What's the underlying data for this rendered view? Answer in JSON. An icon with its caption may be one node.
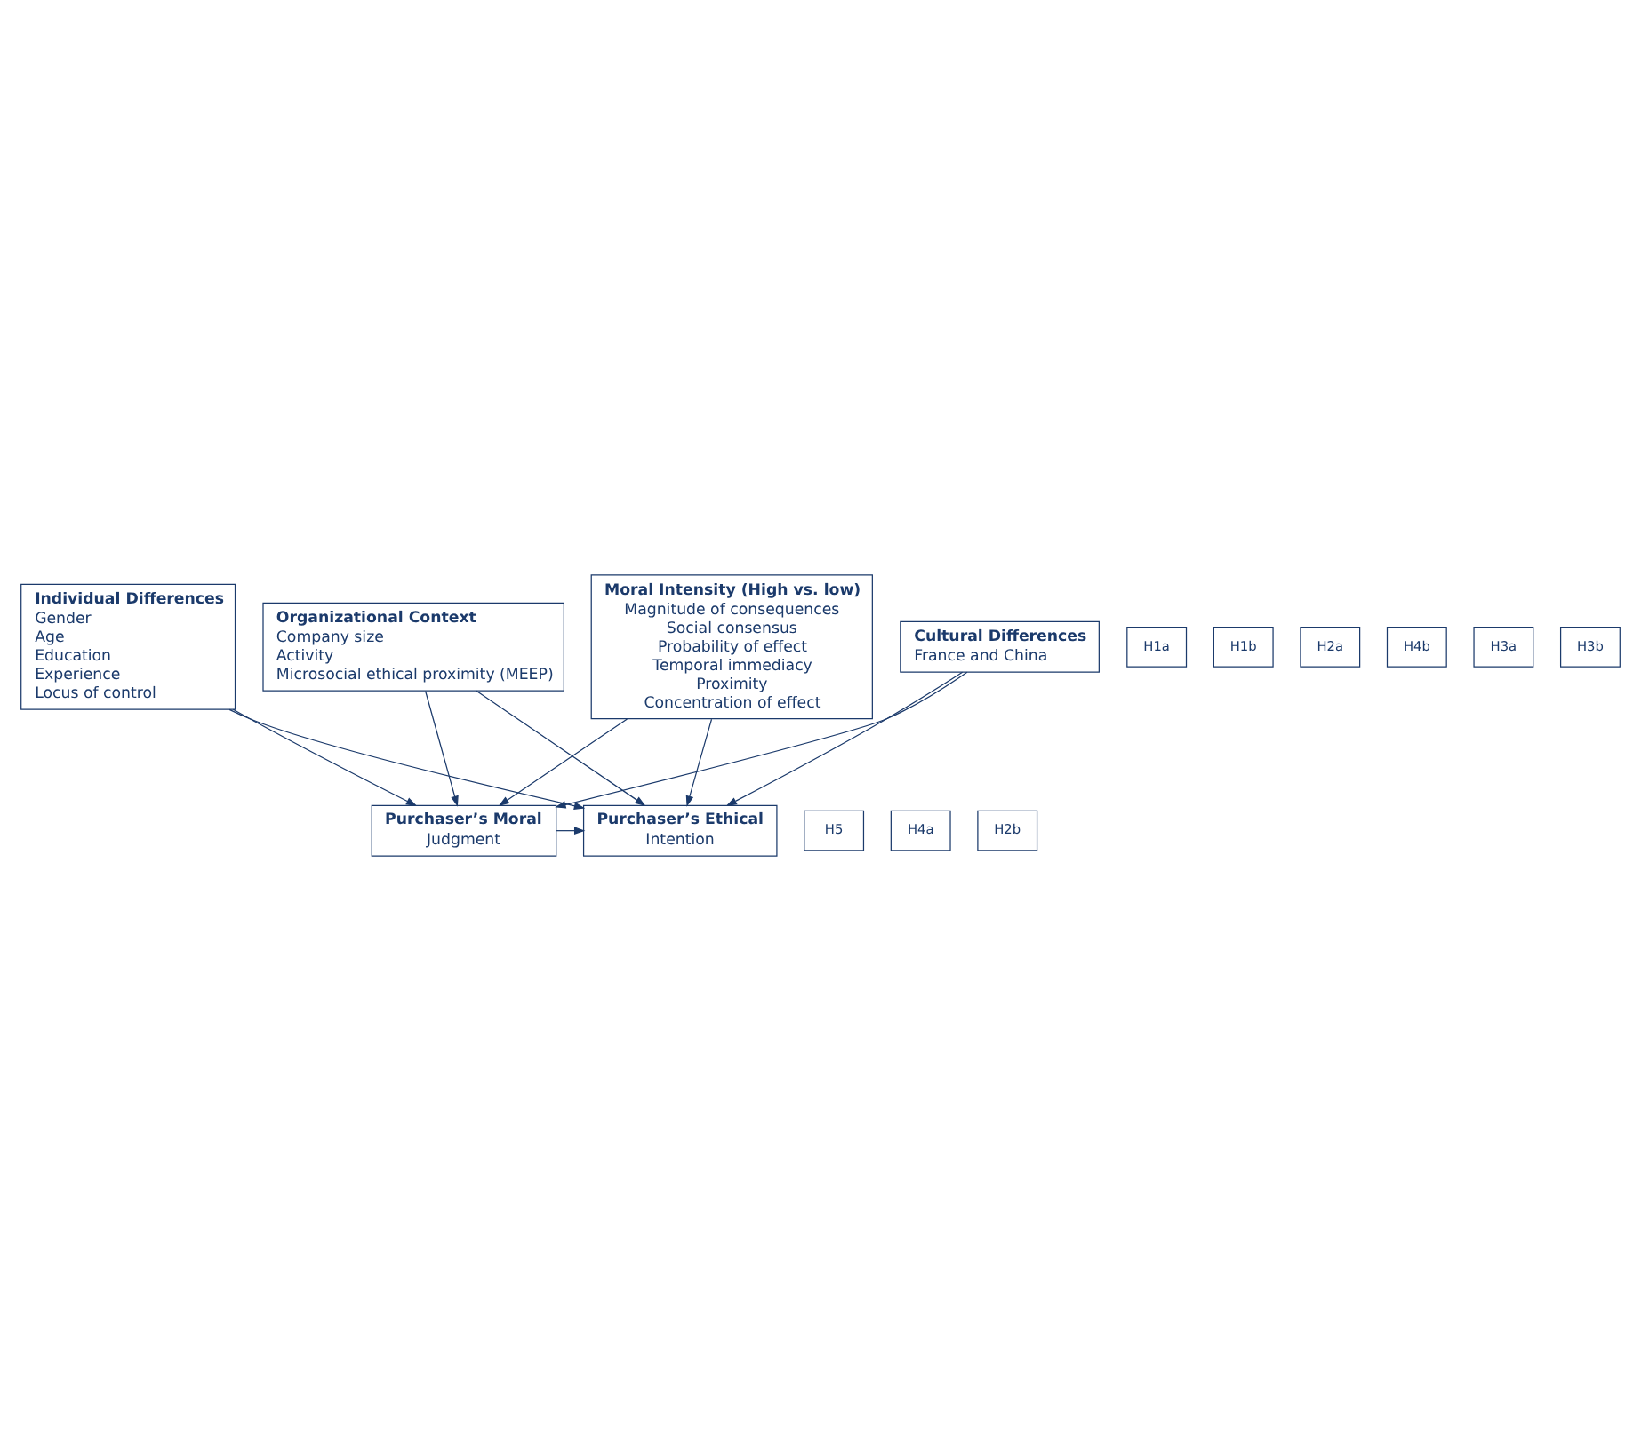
{
  "diagram": {
    "nodes": [
      {
        "text": [
          "Moral Intensity (High vs. low)",
          "Magnitude of consequences",
          "Social consensus",
          "Probability of effect",
          "Temporal immediacy",
          "Proximity",
          "Concentration of effect"
        ]
      },
      {
        "text": [
          "H1a"
        ]
      },
      {
        "text": [
          "H1b"
        ]
      },
      {
        "text": [
          "H5"
        ]
      },
      {
        "text": [
          "Purchaser’s Moral",
          "Judgment"
        ]
      },
      {
        "text": [
          "Purchaser’s Ethical",
          "Intention"
        ]
      },
      {
        "text": [
          "H4a"
        ]
      },
      {
        "text": [
          "H2b"
        ]
      },
      {
        "text": [
          "H2a"
        ]
      },
      {
        "text": [
          "H4b"
        ]
      },
      {
        "text": [
          "H3a"
        ]
      },
      {
        "text": [
          "H3b"
        ]
      },
      {
        "text": [
          "Cultural Differences",
          "France and China"
        ]
      },
      {
        "text": [
          "Individual Differences",
          "Gender",
          "Age",
          "Education",
          "Experience",
          "Locus of control"
        ]
      },
      {
        "text": [
          "Organizational Context",
          "Company size",
          "Activity",
          "Microsocial ethical proximity (MEEP)"
        ]
      }
    ],
    "edges": [
      {
        "from": 0,
        "to": 4,
        "arrow": "to"
      },
      {
        "from": 0,
        "to": 5,
        "arrow": "to"
      },
      {
        "from": 4,
        "to": 5,
        "arrow": "to"
      },
      {
        "from": 12,
        "to": 4,
        "arrow": "to"
      },
      {
        "from": 12,
        "to": 5,
        "arrow": "to"
      },
      {
        "from": 13,
        "to": 4,
        "arrow": "to"
      },
      {
        "from": 13,
        "to": 5,
        "arrow": "to"
      },
      {
        "from": 14,
        "to": 4,
        "arrow": "to"
      },
      {
        "from": 14,
        "to": 5,
        "arrow": "to"
      }
    ]
  }
}
